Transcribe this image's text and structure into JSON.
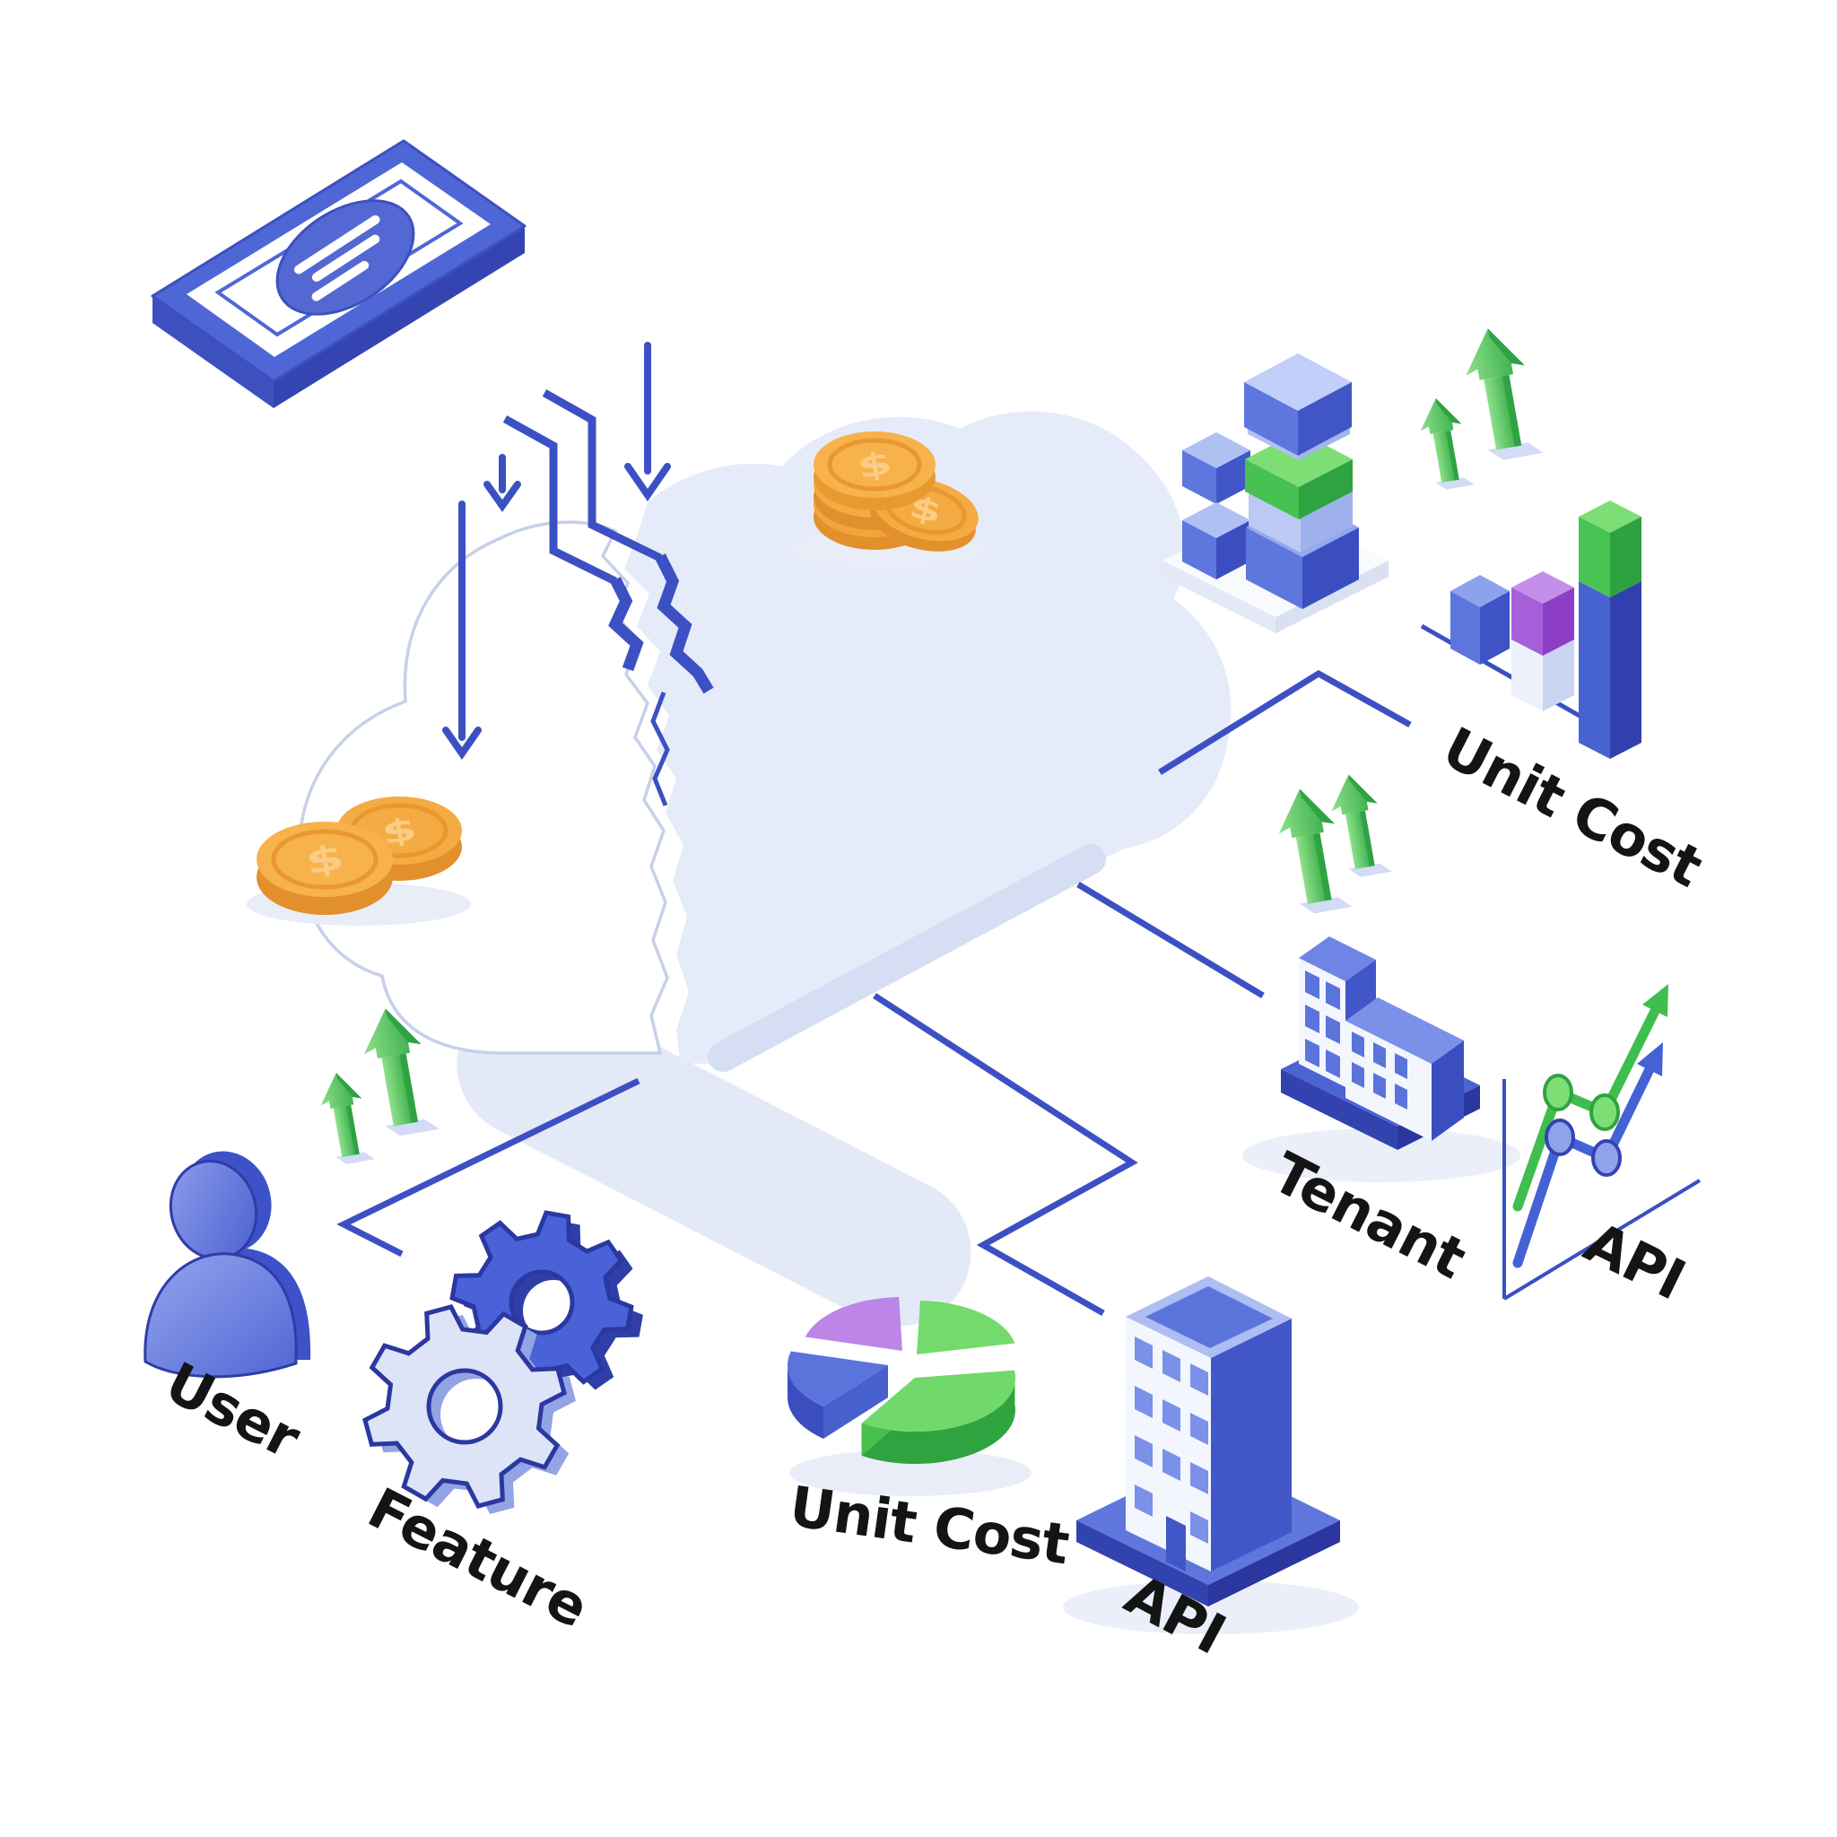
{
  "diagram": {
    "type": "isometric-cloud-cost-illustration",
    "center_icon": "broken-cloud-icon",
    "labels": {
      "unit_cost_top": "Unit Cost",
      "tenant": "Tenant",
      "api_chart": "API",
      "user": "User",
      "feature": "Feature",
      "unit_cost_bottom": "Unit Cost",
      "api_building": "API"
    },
    "nodes": [
      {
        "id": "unit-cost-top",
        "label": "Unit Cost",
        "icon": "bar-chart-3d-icon"
      },
      {
        "id": "tenant",
        "label": "Tenant",
        "icon": "tenant-building-icon"
      },
      {
        "id": "api-chart",
        "label": "API",
        "icon": "line-chart-icon"
      },
      {
        "id": "user",
        "label": "User",
        "icon": "user-icon"
      },
      {
        "id": "feature",
        "label": "Feature",
        "icon": "gears-icon"
      },
      {
        "id": "unit-cost-bottom",
        "label": "Unit Cost",
        "icon": "pie-chart-icon"
      },
      {
        "id": "api-building",
        "label": "API",
        "icon": "office-building-icon"
      }
    ],
    "decorations": [
      "banknote-icon",
      "down-arrow-icon",
      "zigzag-money-flow-icon",
      "coins-icon",
      "stacked-blocks-icon",
      "growth-arrows-icon"
    ],
    "colors": {
      "background": "#FFFFFF",
      "primary_blue": "#4A62D8",
      "dark_blue": "#3445B2",
      "line_blue": "#3D50C3",
      "light_blue": "#C9D4F6",
      "cloud_fill": "#E6EBF9",
      "cloud_shadow": "#D6DEF3",
      "green": "#3DBE52",
      "light_green": "#7CDE75",
      "purple": "#A55FD8",
      "coin_orange": "#F6AC44",
      "coin_orange_dark": "#E2902C",
      "label_text": "#141414"
    }
  }
}
